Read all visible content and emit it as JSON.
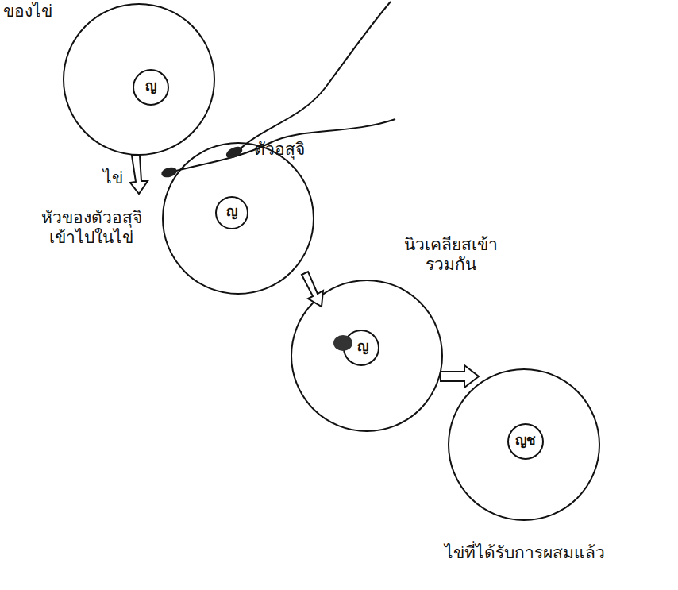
{
  "diagram": {
    "labels": [
      "ของไข่",
      "ตัวอสุจิ",
      "ไข่",
      "หัวของตัวอสุจิ เข้าไปในไข่",
      "นิวเคลียสเข้า รวมกัน",
      "ไข่ที่ได้รับการผสมแล้ว",
      "ญ",
      "ญ",
      "ญ",
      "ญช"
    ]
  }
}
